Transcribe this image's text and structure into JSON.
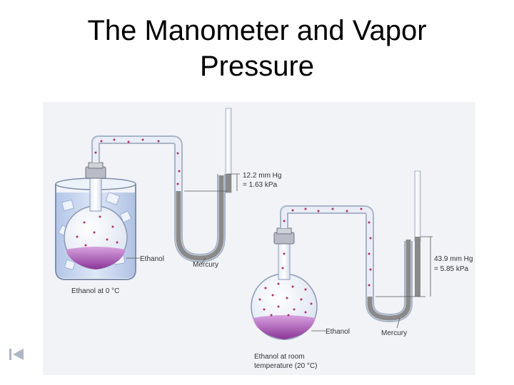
{
  "title": {
    "line1": "The Manometer and Vapor",
    "line2": "Pressure"
  },
  "left_apparatus": {
    "reading_line1": "12.2 mm Hg",
    "reading_line2": "= 1.63 kPa",
    "liquid_label": "Ethanol",
    "manometer_fluid_label": "Mercury",
    "caption": "Ethanol at 0 °C"
  },
  "right_apparatus": {
    "reading_line1": "43.9 mm Hg",
    "reading_line2": "= 5.85 kPa",
    "liquid_label": "Ethanol",
    "manometer_fluid_label": "Mercury",
    "caption_line1": "Ethanol at room",
    "caption_line2": "temperature (20 °C)"
  },
  "colors": {
    "ethanol": "#a04aa8",
    "mercury": "#8a8a8a",
    "water_bath": "#c3d3ee",
    "vapor_dot": "#b0306a"
  }
}
